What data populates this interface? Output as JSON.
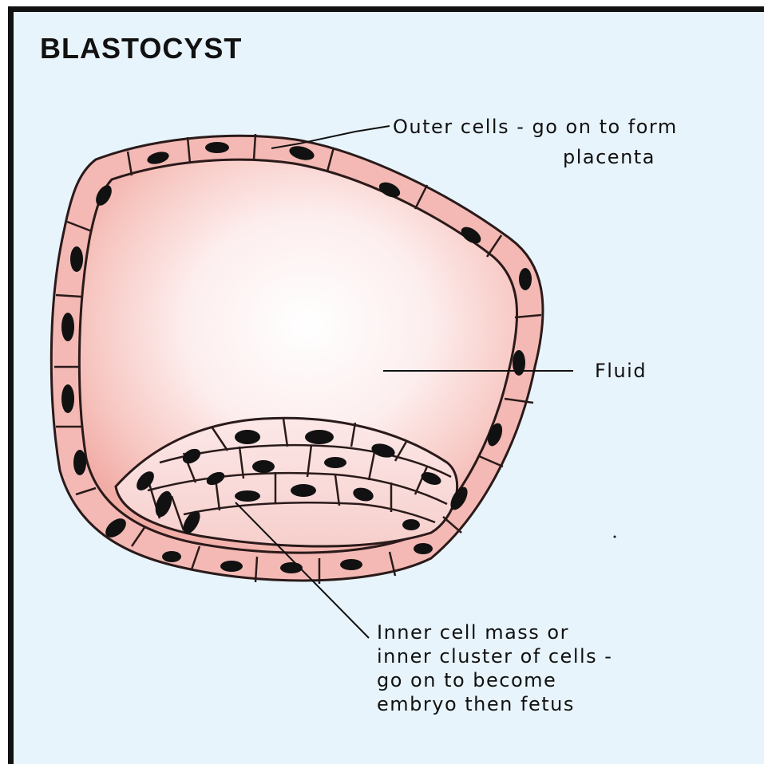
{
  "title": "BLASTOCYST",
  "labels": {
    "outer_line1": "Outer cells - go on to form",
    "outer_line2": "placenta",
    "fluid": "Fluid",
    "inner_lines": [
      "Inner cell mass or",
      "inner cluster of cells -",
      "go on to become",
      "embryo then fetus"
    ]
  },
  "colors": {
    "background": "#e8f4fc",
    "outer_cell_fill": "#f4b9b4",
    "outer_cell_stroke": "#2a1a1a",
    "cavity_center": "#ffffff",
    "cavity_edge": "#f2a8a4",
    "inner_cell_fill": "#fbeaea",
    "nucleus": "#111111"
  }
}
